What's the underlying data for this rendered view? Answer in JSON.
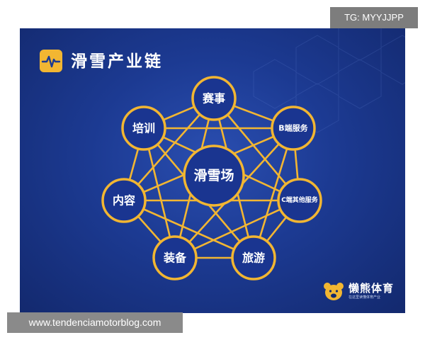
{
  "title": "滑雪产业链",
  "center_node": "滑雪场",
  "nodes": [
    {
      "id": "saishi",
      "label": "赛事"
    },
    {
      "id": "b-service",
      "label": "B端服务"
    },
    {
      "id": "c-service",
      "label": "C端其他服务"
    },
    {
      "id": "lvyou",
      "label": "旅游"
    },
    {
      "id": "zhuangbei",
      "label": "装备"
    },
    {
      "id": "neirong",
      "label": "内容"
    },
    {
      "id": "peixun",
      "label": "培训"
    }
  ],
  "brand": {
    "name": "懒熊体育",
    "subtitle": "在这里读懂体育产业"
  },
  "watermarks": {
    "top_right": "TG: MYYJJPP",
    "bottom_left": "www.tendenciamotorblog.com"
  },
  "colors": {
    "background": "#1c3a92",
    "accent": "#f2b632",
    "node_fill": "#1a3590",
    "text": "#ffffff"
  },
  "icons": {
    "title": "pulse-line-icon",
    "brand": "bear-head-icon"
  }
}
